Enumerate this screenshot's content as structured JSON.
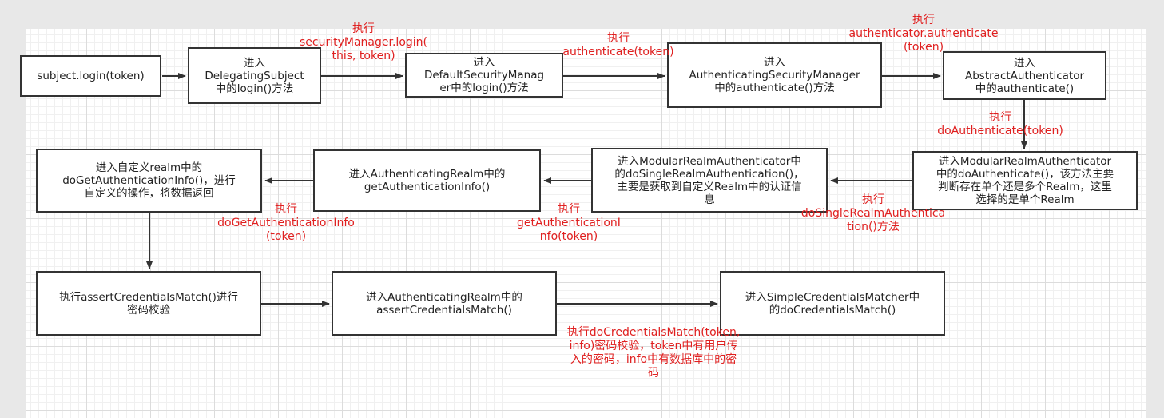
{
  "diagram": {
    "line_color": "#333333",
    "label_color": "#e02020",
    "nodes": {
      "n1": "subject.login(token)",
      "n2": "进入\nDelegatingSubject\n中的login()方法",
      "n3": "进入\nDefaultSecurityManag\ner中的login()方法",
      "n4": "进入\nAuthenticatingSecurityManager\n中的authenticate()方法",
      "n5": "进入\nAbstractAuthenticator\n中的authenticate()",
      "n6": "进入ModularRealmAuthenticator\n中的doAuthenticate()，该方法主要\n判断存在单个还是多个Realm，这里\n选择的是单个Realm",
      "n7": "进入ModularRealmAuthenticator中\n的doSingleRealmAuthentication()，\n主要是获取到自定义Realm中的认证信\n息",
      "n8": "进入AuthenticatingRealm中的\ngetAuthenticationInfo()",
      "n9": "进入自定义realm中的\ndoGetAuthenticationInfo()，进行\n自定义的操作，将数据返回",
      "n10": "执行assertCredentialsMatch()进行\n密码校验",
      "n11": "进入AuthenticatingRealm中的\nassertCredentialsMatch()",
      "n12": "进入SimpleCredentialsMatcher中\n的doCredentialsMatch()"
    },
    "labels": {
      "e2": "执行\nsecurityManager.login(\nthis, token)",
      "e3": "执行\nauthenticate(token)",
      "e4": "执行\nauthenticator.authenticate\n(token)",
      "e5": "执行\ndoAuthenticate(token)",
      "e6": "执行\ndoSingleRealmAuthentica\ntion()方法",
      "e7": "执行\ngetAuthenticationI\nnfo(token)",
      "e8": "执行\ndoGetAuthenticationInfo\n(token)",
      "e11": "执行doCredentialsMatch(token,\ninfo)密码校验，token中有用户传\n入的密码，info中有数据库中的密\n码"
    }
  }
}
